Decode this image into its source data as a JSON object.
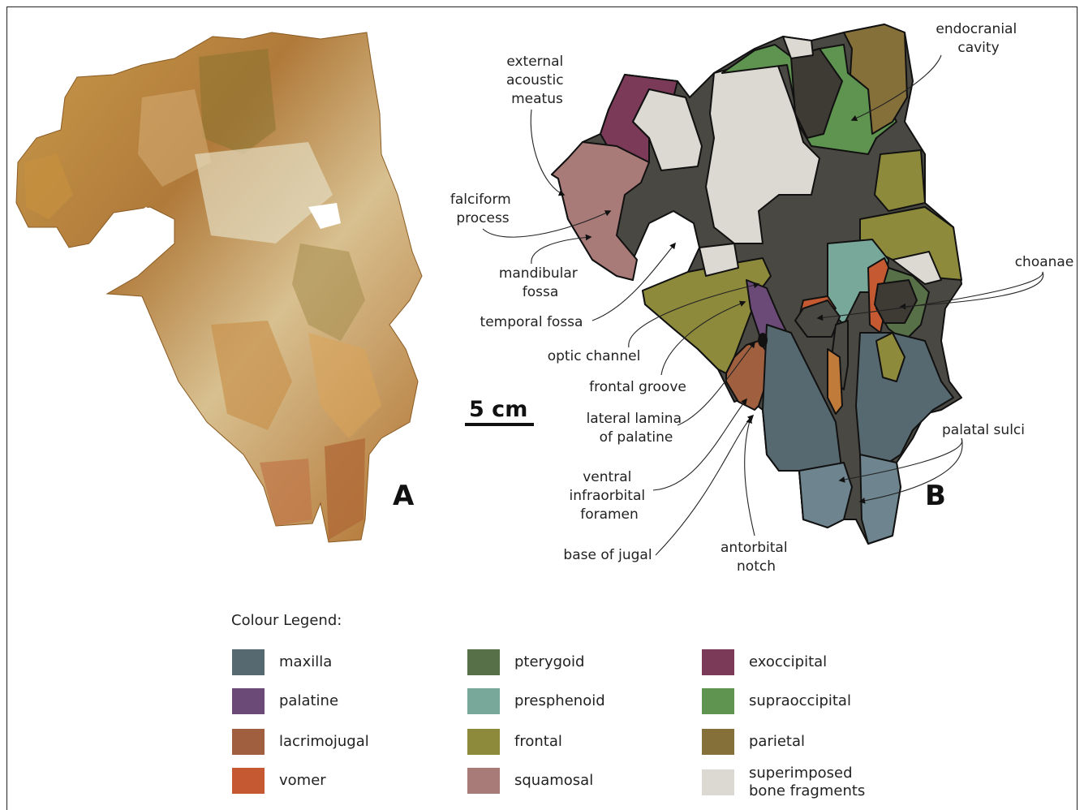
{
  "panels": {
    "a": "A",
    "b": "B"
  },
  "scale_bar": {
    "label": "5 cm"
  },
  "labels": {
    "endocranial_cavity": [
      "endocranial",
      "cavity"
    ],
    "external_acoustic_meatus": [
      "external",
      "acoustic",
      "meatus"
    ],
    "falciform_process": [
      "falciform",
      "process"
    ],
    "mandibular_fossa": [
      "mandibular",
      "fossa"
    ],
    "temporal_fossa": [
      "temporal fossa"
    ],
    "optic_channel": [
      "optic channel"
    ],
    "frontal_groove": [
      "frontal groove"
    ],
    "lateral_lamina": [
      "lateral lamina",
      "of palatine"
    ],
    "ventral_infraorbital": [
      "ventral",
      "infraorbital",
      "foramen"
    ],
    "base_of_jugal": [
      "base of jugal"
    ],
    "antorbital_notch": [
      "antorbital",
      "notch"
    ],
    "choanae": [
      "choanae"
    ],
    "palatal_sulci": [
      "palatal sulci"
    ]
  },
  "legend": {
    "title": "Colour Legend:",
    "items": [
      {
        "label": "maxilla",
        "color": "#566870"
      },
      {
        "label": "palatine",
        "color": "#6b4a78"
      },
      {
        "label": "lacrimojugal",
        "color": "#a0603f"
      },
      {
        "label": "vomer",
        "color": "#c55a32"
      },
      {
        "label": "pterygoid",
        "color": "#587048"
      },
      {
        "label": "presphenoid",
        "color": "#78a89a"
      },
      {
        "label": "frontal",
        "color": "#8e8a3c"
      },
      {
        "label": "squamosal",
        "color": "#a87a78"
      },
      {
        "label": "exoccipital",
        "color": "#7a3a58"
      },
      {
        "label": "supraoccipital",
        "color": "#5e9450"
      },
      {
        "label": "parietal",
        "color": "#86703a"
      },
      {
        "label": "superimposed\nbone fragments",
        "color": "#dcd8d2"
      }
    ]
  }
}
